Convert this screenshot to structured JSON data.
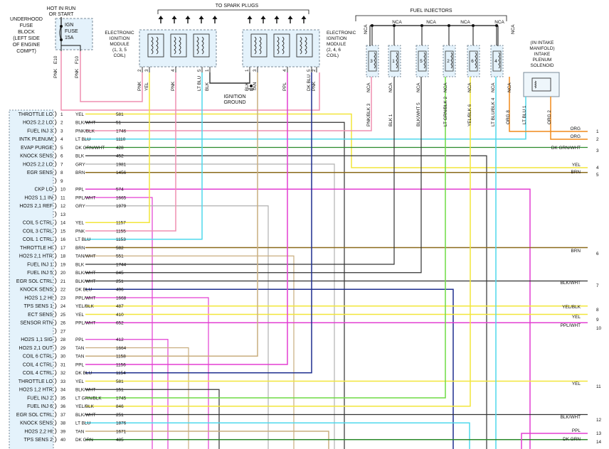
{
  "fuse": {
    "label1": "HOT IN RUN",
    "label2": "OR START",
    "block_lines": [
      "UNDERHOOD",
      "FUSE",
      "BLOCK",
      "(LEFT SIDE",
      "OF ENGINE",
      "COMPT)"
    ],
    "fuse_lines": [
      "IGN",
      "FUSE",
      "15A"
    ],
    "pins": [
      "E10",
      "F10"
    ],
    "wire_color": "PNK",
    "color": "#ef8fb0"
  },
  "spark_plugs_label": "TO SPARK PLUGS",
  "modules": [
    {
      "title": [
        "ELECTRONIC",
        "IGNITION",
        "MODULE",
        "(1, 3, 5",
        "COIL)"
      ],
      "pins": [
        {
          "color": "PNK",
          "num": "2"
        },
        {
          "color": "YEL",
          "num": "3"
        },
        {
          "color": "PNK",
          "num": "4"
        },
        {
          "color": "LT BLU",
          "num": "5"
        },
        {
          "color": "BLK",
          "num": "1"
        }
      ]
    },
    {
      "title": [
        "ELECTRONIC",
        "IGNITION",
        "MODULE",
        "(2, 4, 6",
        "COIL)"
      ],
      "pins": [
        {
          "color": "BLK",
          "num": "1"
        },
        {
          "color": "TAN",
          "num": "3"
        },
        {
          "color": "PPL",
          "num": "4"
        },
        {
          "color": "DK BLU",
          "num": "5"
        },
        {
          "color": "PNK",
          "num": "2"
        }
      ]
    }
  ],
  "ignition_ground": [
    "IGNITION",
    "GROUND"
  ],
  "fuel_injectors_label": "FUEL INJECTORS",
  "nca_label": "NCA",
  "injectors": [
    {
      "num": "3",
      "wire": "PNK/BLK",
      "pin": "3"
    },
    {
      "num": "1",
      "wire": "BLK",
      "pin": "1"
    },
    {
      "num": "5",
      "wire": "BLK/WHT",
      "pin": "5"
    },
    {
      "num": "2",
      "wire": "LT GRN/BLK",
      "pin": "2"
    },
    {
      "num": "6",
      "wire": "YEL/BLK",
      "pin": "6"
    },
    {
      "num": "4",
      "wire": "LT BLU/BLK",
      "pin": "4"
    }
  ],
  "solenoid": {
    "title": [
      "(IN INTAKE",
      "MANIFOLD)",
      "INTAKE",
      "PLENUM",
      "SOLENOID"
    ],
    "pins": [
      {
        "wire": "ORG",
        "num": "8"
      },
      {
        "wire": "LT BLU",
        "num": "1"
      },
      {
        "wire": "ORG",
        "num": "2"
      }
    ]
  },
  "pcm_pins": [
    {
      "num": "1",
      "label": "THROTTLE LO",
      "color": "YEL",
      "circuit": "581"
    },
    {
      "num": "2",
      "label": "HO2S 2,2 LO",
      "color": "BLK/WHT",
      "circuit": "51"
    },
    {
      "num": "3",
      "label": "FUEL INJ 3",
      "color": "PNK/BLK",
      "circuit": "1746"
    },
    {
      "num": "4",
      "label": "INTK PLENUM",
      "color": "LT BLU",
      "circuit": "1110"
    },
    {
      "num": "5",
      "label": "EVAP PURGE",
      "color": "DK GRN/WHT",
      "circuit": "428"
    },
    {
      "num": "6",
      "label": "KNOCK SENS",
      "color": "BLK",
      "circuit": "452"
    },
    {
      "num": "7",
      "label": "HO2S 2,2 LO",
      "color": "GRY",
      "circuit": "1981"
    },
    {
      "num": "8",
      "label": "EGR SENS",
      "color": "BRN",
      "circuit": "1456"
    },
    {
      "num": "9",
      "label": "",
      "color": "",
      "circuit": ""
    },
    {
      "num": "10",
      "label": "CKP LO",
      "color": "PPL",
      "circuit": "574"
    },
    {
      "num": "11",
      "label": "HO2S 1,1 IN",
      "color": "PPL/WHT",
      "circuit": "1665"
    },
    {
      "num": "12",
      "label": "HO2S 2,1 REF",
      "color": "GRY",
      "circuit": "1979"
    },
    {
      "num": "13",
      "label": "",
      "color": "",
      "circuit": ""
    },
    {
      "num": "14",
      "label": "COIL 5 CTRL",
      "color": "YEL",
      "circuit": "1157"
    },
    {
      "num": "15",
      "label": "COIL 3 CTRL",
      "color": "PNK",
      "circuit": "1155"
    },
    {
      "num": "16",
      "label": "COIL 1 CTRL",
      "color": "LT BLU",
      "circuit": "1153"
    },
    {
      "num": "17",
      "label": "THROTTLE HI",
      "color": "BRN",
      "circuit": "582"
    },
    {
      "num": "18",
      "label": "HO2S 2,1 HTR",
      "color": "TAN/WHT",
      "circuit": "551"
    },
    {
      "num": "19",
      "label": "FUEL INJ 1",
      "color": "BLK",
      "circuit": "1744"
    },
    {
      "num": "20",
      "label": "FUEL INJ 5",
      "color": "BLK/WHT",
      "circuit": "845"
    },
    {
      "num": "21",
      "label": "EGR SOL CTRL",
      "color": "BLK/WHT",
      "circuit": "251"
    },
    {
      "num": "22",
      "label": "KNOCK SENS",
      "color": "DK BLU",
      "circuit": "496"
    },
    {
      "num": "23",
      "label": "HO2S 1,2 HI",
      "color": "PPL/WHT",
      "circuit": "1668"
    },
    {
      "num": "24",
      "label": "TPS SENS 1",
      "color": "YEL/BLK",
      "circuit": "487"
    },
    {
      "num": "25",
      "label": "ECT SENS",
      "color": "YEL",
      "circuit": "410"
    },
    {
      "num": "26",
      "label": "SENSOR RTN",
      "color": "PPL/WHT",
      "circuit": "652"
    },
    {
      "num": "27",
      "label": "",
      "color": "",
      "circuit": ""
    },
    {
      "num": "28",
      "label": "HO2S 1,1 SIG",
      "color": "PPL",
      "circuit": "412"
    },
    {
      "num": "29",
      "label": "HO2S 2,1 OUT",
      "color": "TAN",
      "circuit": "1664"
    },
    {
      "num": "30",
      "label": "COIL 6 CTRL",
      "color": "TAN",
      "circuit": "1158"
    },
    {
      "num": "31",
      "label": "COIL 4 CTRL",
      "color": "PPL",
      "circuit": "1156"
    },
    {
      "num": "32",
      "label": "COIL 4 CTRL",
      "color": "DK BLU",
      "circuit": "1154"
    },
    {
      "num": "33",
      "label": "THROTTLE LO",
      "color": "YEL",
      "circuit": "581"
    },
    {
      "num": "34",
      "label": "HO2S 1,2 HTR",
      "color": "BLK/WHT",
      "circuit": "151"
    },
    {
      "num": "35",
      "label": "FUEL INJ 2",
      "color": "LT GRN/BLK",
      "circuit": "1745"
    },
    {
      "num": "36",
      "label": "FUEL INJ 6",
      "color": "YEL/BLK",
      "circuit": "846"
    },
    {
      "num": "37",
      "label": "EGR SOL CTRL",
      "color": "BLK/WHT",
      "circuit": "251"
    },
    {
      "num": "38",
      "label": "KNOCK SENS",
      "color": "LT BLU",
      "circuit": "1876"
    },
    {
      "num": "39",
      "label": "HO2S 2,2 HI",
      "color": "TAN",
      "circuit": "1671"
    },
    {
      "num": "40",
      "label": "TPS SENS 2",
      "color": "DK GRN",
      "circuit": "485"
    }
  ],
  "right_labels": [
    {
      "text": "ORG",
      "num": "1"
    },
    {
      "text": "ORG",
      "num": "2"
    },
    {
      "text": "DK GRN/WHT",
      "num": "3"
    },
    {
      "text": "YEL",
      "num": "4"
    },
    {
      "text": "BRN",
      "num": "5"
    },
    {
      "text": "BRN",
      "num": "6"
    },
    {
      "text": "BLK/WHT",
      "num": "7"
    },
    {
      "text": "YEL/BLK",
      "num": "8"
    },
    {
      "text": "YEL",
      "num": "9"
    },
    {
      "text": "PPL/WHT",
      "num": "10"
    },
    {
      "text": "YEL",
      "num": "11"
    },
    {
      "text": "BLK/WHT",
      "num": "12"
    },
    {
      "text": "PPL",
      "num": "13"
    },
    {
      "text": "DK GRN",
      "num": "14"
    }
  ],
  "colors": {
    "YEL": "#f2e63a",
    "PNK": "#ef8fb0",
    "LT BLU": "#4fd8ec",
    "DK GRN": "#2b8a2b",
    "BRN": "#8a6a1a",
    "TAN": "#c9ad7e",
    "BLK": "#333333",
    "GRY": "#b0b0b0",
    "PPL": "#e33fd2",
    "DK BLU": "#1f2f8f",
    "ORG": "#f08a1c",
    "LT GRN": "#6fdc45",
    "BOX": "#e4f2fb"
  }
}
